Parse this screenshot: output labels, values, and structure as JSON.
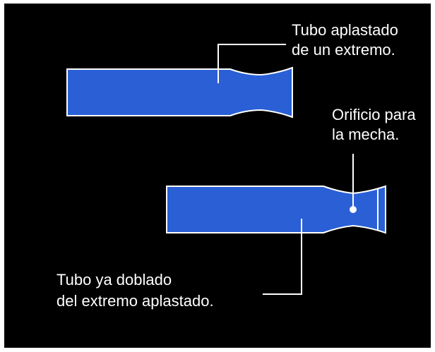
{
  "diagram": {
    "labels": {
      "flattened_tube": [
        "Tubo aplastado",
        "de un extremo."
      ],
      "wick_hole": [
        "Orificio para",
        "la mecha."
      ],
      "bent_tube": [
        "Tubo ya doblado",
        "del extremo aplastado."
      ]
    },
    "colors": {
      "background": "#000000",
      "tube_fill": "#2a5fd6",
      "outline": "#ffffff",
      "border": "#ffffff"
    }
  }
}
